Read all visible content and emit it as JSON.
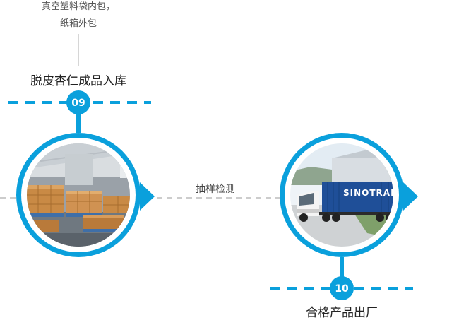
{
  "steps": {
    "step09": {
      "number": "09",
      "title": "脱皮杏仁成品入库",
      "note_line1": "真空塑料袋内包，",
      "note_line2": "纸箱外包",
      "image": "warehouse-photo"
    },
    "step10": {
      "number": "10",
      "title": "合格产品出厂",
      "image": "container-truck-photo",
      "truck_text": "SINOTRAN"
    }
  },
  "connector": {
    "label": "抽样检测"
  },
  "colors": {
    "accent": "#0aa0dc",
    "line_gray": "#bbbbbb"
  }
}
